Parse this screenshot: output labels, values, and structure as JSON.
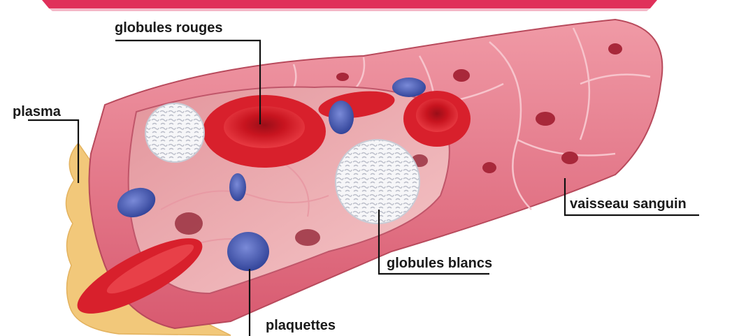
{
  "labels": {
    "globules_rouges": "globules rouges",
    "plasma": "plasma",
    "vaisseau_sanguin": "vaisseau sanguin",
    "globules_blancs": "globules blancs",
    "plaquettes": "plaquettes"
  },
  "colors": {
    "vessel_wall": "#e8788a",
    "vessel_inner": "#f2b4b8",
    "red_cell": "#d8202c",
    "white_cell": "#f4f4f6",
    "platelet": "#4a5cb0",
    "plasma": "#f2c87a",
    "banner": "#e0305a"
  }
}
